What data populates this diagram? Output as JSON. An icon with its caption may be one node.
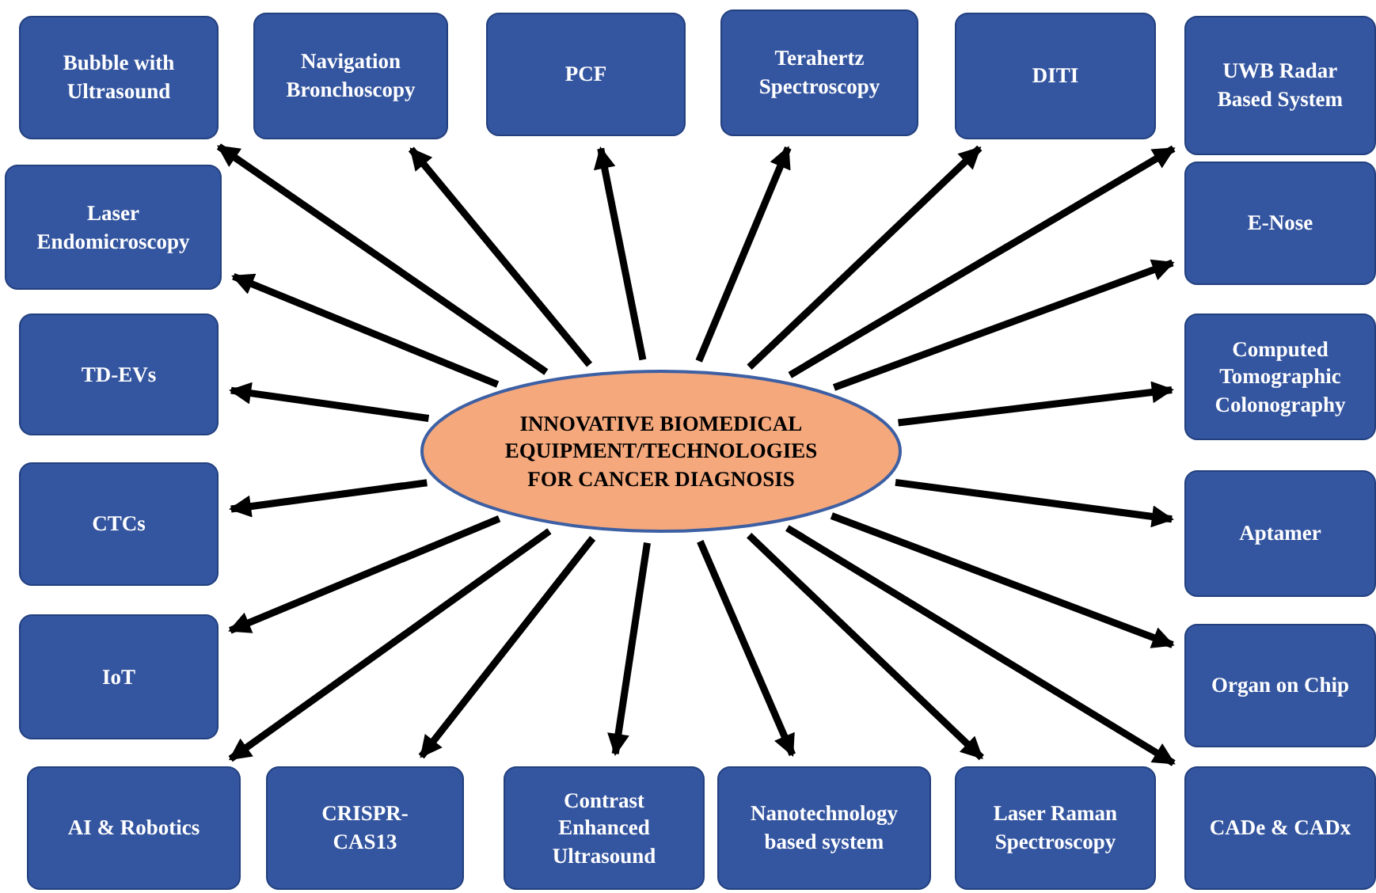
{
  "diagram": {
    "nodes": [
      {
        "text": [
          "Bubble with Ultrasound"
        ]
      },
      {
        "text": [
          "Navigation Bronchoscopy"
        ]
      },
      {
        "text": [
          "PCF"
        ]
      },
      {
        "text": [
          "Terahertz Spectroscopy"
        ]
      },
      {
        "text": [
          "DITI"
        ]
      },
      {
        "text": [
          "UWB Radar Based System"
        ]
      },
      {
        "text": [
          "Laser Endomicroscopy"
        ]
      },
      {
        "text": [
          "E-Nose"
        ]
      },
      {
        "text": [
          "TD-EVs"
        ]
      },
      {
        "text": [
          "Computed Tomographic Colonography"
        ]
      },
      {
        "text": [
          "INNOVATIVE BIOMEDICAL EQUIPMENT/TECHNOLOGIES FOR CANCER DIAGNOSIS"
        ]
      },
      {
        "text": [
          "CTCs"
        ]
      },
      {
        "text": [
          "Aptamer"
        ]
      },
      {
        "text": [
          "IoT"
        ]
      },
      {
        "text": [
          "Organ on Chip"
        ]
      },
      {
        "text": [
          "AI & Robotics"
        ]
      },
      {
        "text": [
          "CRISPR-CAS13"
        ]
      },
      {
        "text": [
          "Contrast Enhanced Ultrasound"
        ]
      },
      {
        "text": [
          "Nanotechnology based system"
        ]
      },
      {
        "text": [
          "Laser Raman Spectroscopy"
        ]
      },
      {
        "text": [
          "CADe & CADx"
        ]
      }
    ],
    "edges": [
      {
        "from": 10,
        "to": 0,
        "arrow": "to"
      },
      {
        "from": 10,
        "to": 1,
        "arrow": "to"
      },
      {
        "from": 10,
        "to": 2,
        "arrow": "to"
      },
      {
        "from": 10,
        "to": 3,
        "arrow": "to"
      },
      {
        "from": 10,
        "to": 4,
        "arrow": "to"
      },
      {
        "from": 10,
        "to": 5,
        "arrow": "to"
      },
      {
        "from": 10,
        "to": 6,
        "arrow": "to"
      },
      {
        "from": 10,
        "to": 7,
        "arrow": "to"
      },
      {
        "from": 10,
        "to": 8,
        "arrow": "to"
      },
      {
        "from": 10,
        "to": 9,
        "arrow": "to"
      },
      {
        "from": 10,
        "to": 11,
        "arrow": "to"
      },
      {
        "from": 10,
        "to": 12,
        "arrow": "to"
      },
      {
        "from": 10,
        "to": 13,
        "arrow": "to"
      },
      {
        "from": 10,
        "to": 14,
        "arrow": "to"
      },
      {
        "from": 10,
        "to": 15,
        "arrow": "to"
      },
      {
        "from": 10,
        "to": 16,
        "arrow": "to"
      },
      {
        "from": 10,
        "to": 17,
        "arrow": "to"
      },
      {
        "from": 10,
        "to": 18,
        "arrow": "to"
      },
      {
        "from": 10,
        "to": 19,
        "arrow": "to"
      },
      {
        "from": 10,
        "to": 20,
        "arrow": "to"
      }
    ]
  }
}
